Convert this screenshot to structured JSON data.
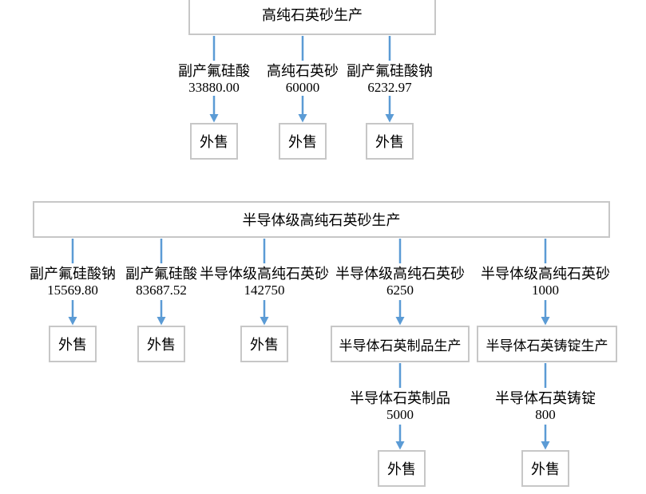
{
  "colors": {
    "arrow": "#5B9BD5",
    "box_border": "#c7c7c7",
    "text": "#000000",
    "background": "#ffffff"
  },
  "s1": {
    "root": "高纯石英砂生产",
    "branches": [
      {
        "product": "副产氟硅酸",
        "amount": "33880.00",
        "dest": "外售"
      },
      {
        "product": "高纯石英砂",
        "amount": "60000",
        "dest": "外售"
      },
      {
        "product": "副产氟硅酸钠",
        "amount": "6232.97",
        "dest": "外售"
      }
    ]
  },
  "s2": {
    "root": "半导体级高纯石英砂生产",
    "branches": [
      {
        "product": "副产氟硅酸钠",
        "amount": "15569.80",
        "dest": "外售"
      },
      {
        "product": "副产氟硅酸",
        "amount": "83687.52",
        "dest": "外售"
      },
      {
        "product": "半导体级高纯石英砂",
        "amount": "142750",
        "dest": "外售"
      },
      {
        "product": "半导体级高纯石英砂",
        "amount": "6250",
        "dest": "半导体石英制品生产"
      },
      {
        "product": "半导体级高纯石英砂",
        "amount": "1000",
        "dest": "半导体石英铸锭生产"
      }
    ],
    "subchains": [
      {
        "product": "半导体石英制品",
        "amount": "5000",
        "dest": "外售"
      },
      {
        "product": "半导体石英铸锭",
        "amount": "800",
        "dest": "外售"
      }
    ]
  }
}
